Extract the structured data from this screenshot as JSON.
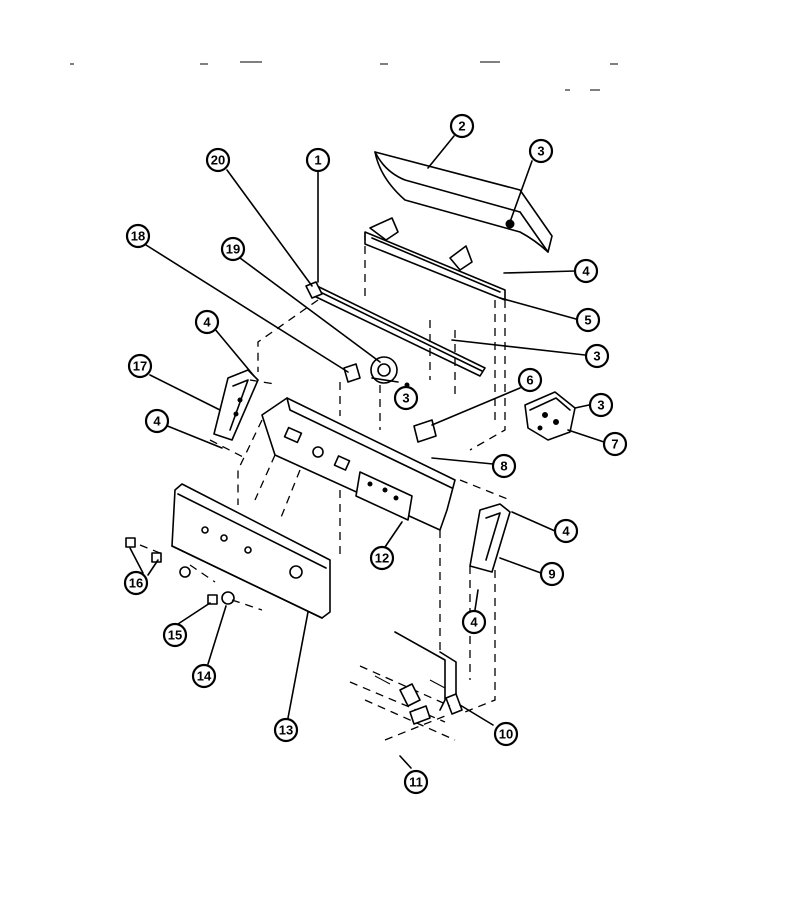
{
  "callouts": [
    {
      "id": "1",
      "label": "1"
    },
    {
      "id": "2",
      "label": "2"
    },
    {
      "id": "3a",
      "label": "3"
    },
    {
      "id": "3b",
      "label": "3"
    },
    {
      "id": "3c",
      "label": "3"
    },
    {
      "id": "3d",
      "label": "3"
    },
    {
      "id": "4a",
      "label": "4"
    },
    {
      "id": "4b",
      "label": "4"
    },
    {
      "id": "4c",
      "label": "4"
    },
    {
      "id": "4d",
      "label": "4"
    },
    {
      "id": "4e",
      "label": "4"
    },
    {
      "id": "5",
      "label": "5"
    },
    {
      "id": "6",
      "label": "6"
    },
    {
      "id": "7",
      "label": "7"
    },
    {
      "id": "8",
      "label": "8"
    },
    {
      "id": "9",
      "label": "9"
    },
    {
      "id": "10",
      "label": "10"
    },
    {
      "id": "11",
      "label": "11"
    },
    {
      "id": "12",
      "label": "12"
    },
    {
      "id": "13",
      "label": "13"
    },
    {
      "id": "14",
      "label": "14"
    },
    {
      "id": "15",
      "label": "15"
    },
    {
      "id": "16",
      "label": "16"
    },
    {
      "id": "17",
      "label": "17"
    },
    {
      "id": "18",
      "label": "18"
    },
    {
      "id": "19",
      "label": "19"
    },
    {
      "id": "20",
      "label": "20"
    }
  ]
}
